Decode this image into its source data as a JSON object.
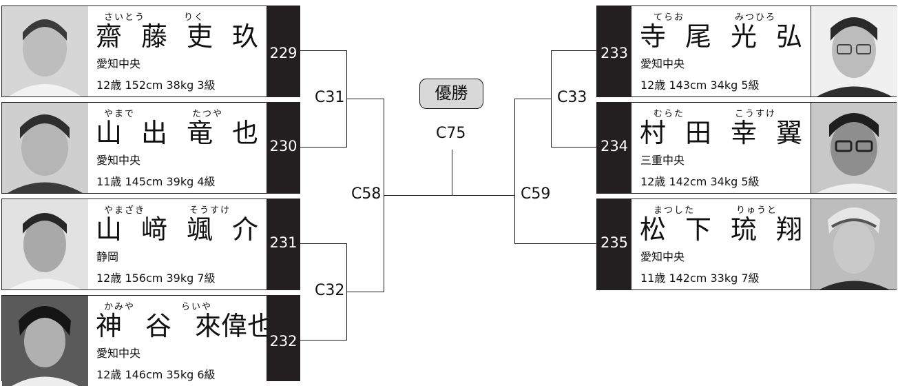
{
  "champion_label": "優勝",
  "final_match": "C75",
  "matches": {
    "c31": "C31",
    "c32": "C32",
    "c58": "C58",
    "c59": "C59",
    "c33": "C33"
  },
  "players": [
    {
      "number": "229",
      "furigana_family": "さいとう",
      "furigana_given": "りく",
      "name": [
        "齋",
        "藤",
        "吏",
        "玖"
      ],
      "club": "愛知中央",
      "stats": "12歳 152cm 38kg 3級",
      "photo_icon": "boy-portrait-icon"
    },
    {
      "number": "230",
      "furigana_family": "やまで",
      "furigana_given": "たつや",
      "name": [
        "山",
        "出",
        "竜",
        "也"
      ],
      "club": "愛知中央",
      "stats": "11歳 145cm 39kg 4級",
      "photo_icon": "boy-portrait-icon"
    },
    {
      "number": "231",
      "furigana_family": "やまざき",
      "furigana_given": "そうすけ",
      "name": [
        "山",
        "﨑",
        "颯",
        "介"
      ],
      "club": "静岡",
      "stats": "12歳 156cm 39kg 7級",
      "photo_icon": "boy-portrait-icon"
    },
    {
      "number": "232",
      "furigana_family": "かみや",
      "furigana_given": "らいや",
      "name": [
        "神",
        "谷",
        "來",
        "偉",
        "也"
      ],
      "club": "愛知中央",
      "stats": "12歳 146cm 35kg 6級",
      "photo_icon": "boy-portrait-icon"
    },
    {
      "number": "233",
      "furigana_family": "てらお",
      "furigana_given": "みつひろ",
      "name": [
        "寺",
        "尾",
        "光",
        "弘"
      ],
      "club": "愛知中央",
      "stats": "12歳 143cm 34kg 5級",
      "photo_icon": "boy-portrait-glasses-icon"
    },
    {
      "number": "234",
      "furigana_family": "むらた",
      "furigana_given": "こうすけ",
      "name": [
        "村",
        "田",
        "幸",
        "翼"
      ],
      "club": "三重中央",
      "stats": "12歳 142cm 34kg 5級",
      "photo_icon": "boy-portrait-glasses-icon"
    },
    {
      "number": "235",
      "furigana_family": "まつした",
      "furigana_given": "りゅうと",
      "name": [
        "松",
        "下",
        "琉",
        "翔"
      ],
      "club": "愛知中央",
      "stats": "11歳 142cm 33kg 7級",
      "photo_icon": "boy-portrait-icon"
    }
  ]
}
